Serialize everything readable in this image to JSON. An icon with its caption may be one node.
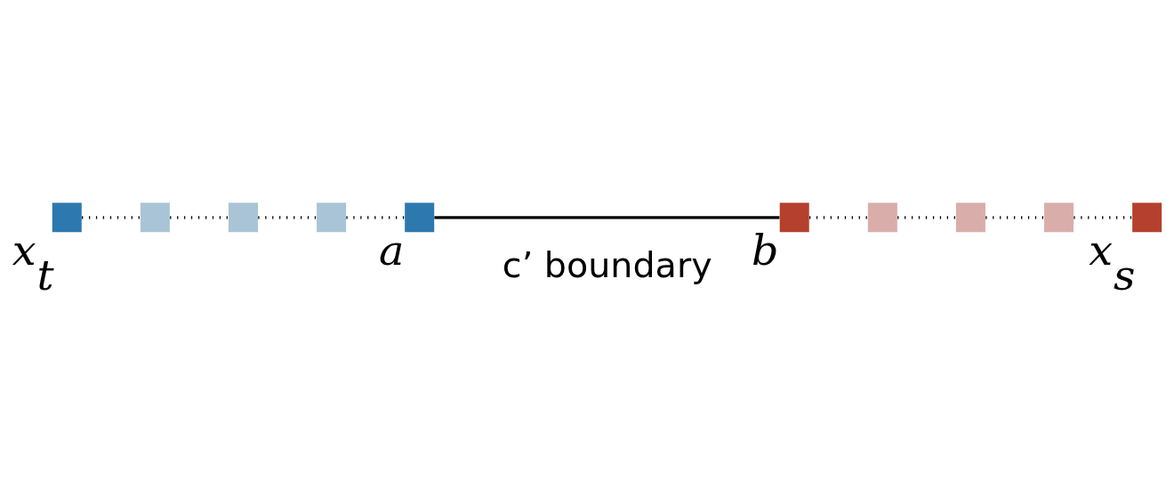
{
  "diagram": {
    "nodes": [
      {
        "text": [],
        "shape": "box",
        "beside": [
          "x$_{t}$"
        ]
      },
      {
        "text": [],
        "shape": "box"
      },
      {
        "text": [],
        "shape": "box"
      },
      {
        "text": [],
        "shape": "box"
      },
      {
        "text": [],
        "shape": "box",
        "beside": [
          "a"
        ]
      },
      {
        "text": [],
        "shape": "box",
        "beside": [
          "b"
        ]
      },
      {
        "text": [],
        "shape": "box"
      },
      {
        "text": [],
        "shape": "box"
      },
      {
        "text": [],
        "shape": "box"
      },
      {
        "text": [],
        "shape": "box",
        "beside": [
          "x$_{s}$"
        ]
      }
    ],
    "edges": [
      {
        "from": 0,
        "to": 1,
        "arrow": "none",
        "style": "dashed"
      },
      {
        "from": 1,
        "to": 2,
        "arrow": "none",
        "style": "dashed"
      },
      {
        "from": 2,
        "to": 3,
        "arrow": "none",
        "style": "dashed"
      },
      {
        "from": 3,
        "to": 4,
        "arrow": "none",
        "style": "dashed"
      },
      {
        "from": 4,
        "to": 5,
        "arrow": "none"
      },
      {
        "from": 5,
        "to": 6,
        "arrow": "none",
        "style": "dashed"
      },
      {
        "from": 6,
        "to": 7,
        "arrow": "none",
        "style": "dashed"
      },
      {
        "from": 7,
        "to": 8,
        "arrow": "none",
        "style": "dashed"
      },
      {
        "from": 8,
        "to": 9,
        "arrow": "none",
        "style": "dashed"
      }
    ],
    "labels": [
      "c’ boundary"
    ]
  }
}
